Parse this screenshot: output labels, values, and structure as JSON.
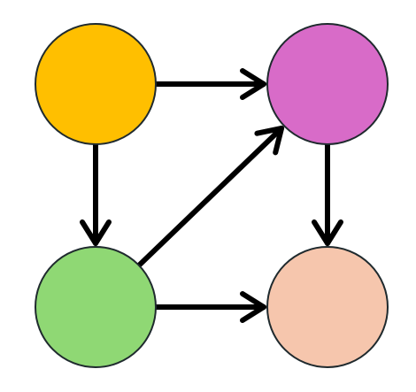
{
  "diagram": {
    "nodes": [
      {
        "id": "top-left",
        "color": "#FFBF00"
      },
      {
        "id": "top-right",
        "color": "#D86BC8"
      },
      {
        "id": "bottom-left",
        "color": "#8FD874"
      },
      {
        "id": "bottom-right",
        "color": "#F6C6AD"
      }
    ],
    "edges": [
      {
        "from": "top-left",
        "to": "top-right"
      },
      {
        "from": "top-left",
        "to": "bottom-left"
      },
      {
        "from": "bottom-left",
        "to": "top-right"
      },
      {
        "from": "bottom-left",
        "to": "bottom-right"
      },
      {
        "from": "top-right",
        "to": "bottom-right"
      }
    ],
    "edge_color": "#000000"
  }
}
